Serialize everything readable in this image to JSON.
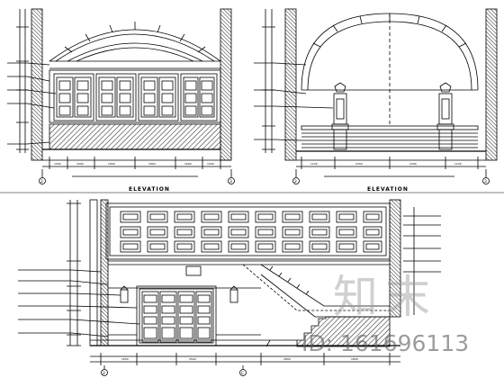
{
  "drawing": {
    "top_left": {
      "title": "ELEVATION",
      "grid_left": "2",
      "grid_right": "3"
    },
    "top_right": {
      "title": "ELEVATION",
      "grid_left": "2",
      "grid_right": "3"
    },
    "bottom": {
      "grid_left": "2",
      "grid_right": "C"
    }
  },
  "watermark": {
    "brand_cjk": "知末",
    "id_text": "ID: 161696113"
  },
  "colors": {
    "line": "#000000",
    "hatch": "#333333",
    "background": "#ffffff"
  }
}
